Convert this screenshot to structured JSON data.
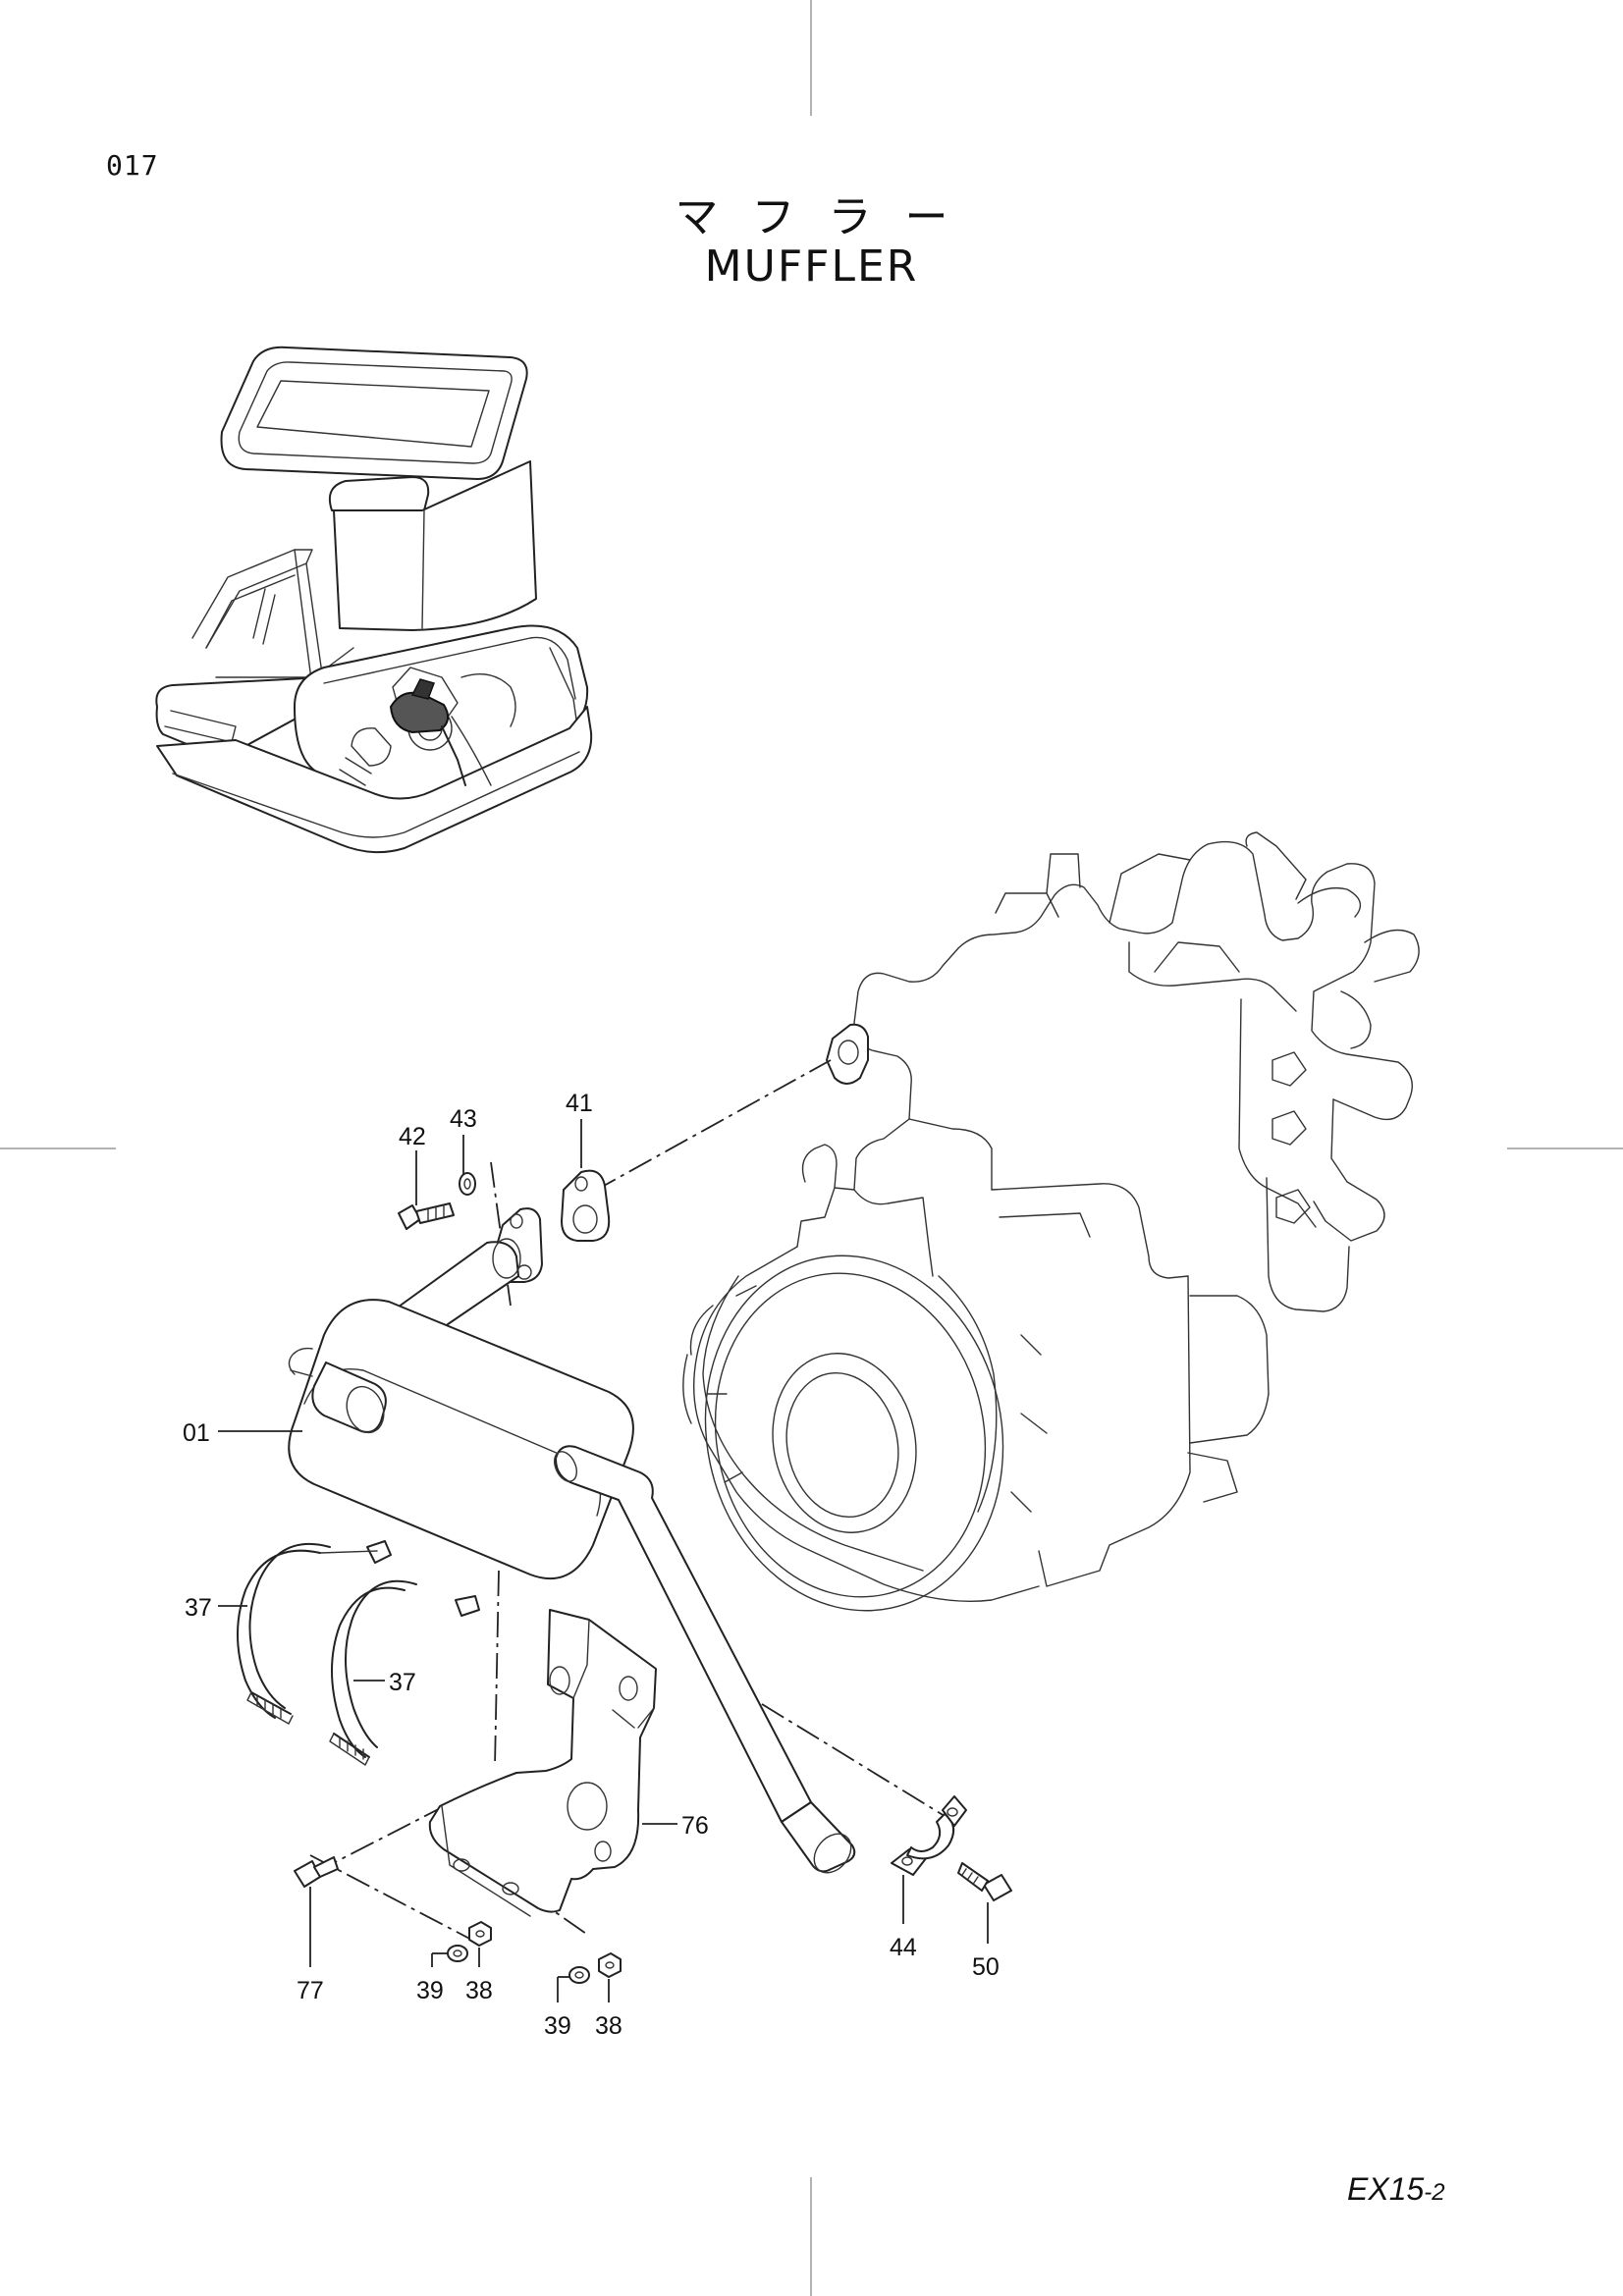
{
  "page": {
    "number": "017",
    "code": "EX15",
    "code_suffix": "-2"
  },
  "title": {
    "japanese": "マフラー",
    "english": "MUFFLER"
  },
  "callouts": [
    {
      "id": "01"
    },
    {
      "id": "37a",
      "label": "37"
    },
    {
      "id": "37b",
      "label": "37"
    },
    {
      "id": "38a",
      "label": "38"
    },
    {
      "id": "38b",
      "label": "38"
    },
    {
      "id": "39a",
      "label": "39"
    },
    {
      "id": "39b",
      "label": "39"
    },
    {
      "id": "41",
      "label": "41"
    },
    {
      "id": "42",
      "label": "42"
    },
    {
      "id": "43",
      "label": "43"
    },
    {
      "id": "44",
      "label": "44"
    },
    {
      "id": "50",
      "label": "50"
    },
    {
      "id": "76",
      "label": "76"
    },
    {
      "id": "77",
      "label": "77"
    }
  ],
  "labels": {
    "c01": "01",
    "c37a": "37",
    "c37b": "37",
    "c38a": "38",
    "c38b": "38",
    "c39a": "39",
    "c39b": "39",
    "c41": "41",
    "c42": "42",
    "c43": "43",
    "c44": "44",
    "c50": "50",
    "c76": "76",
    "c77": "77"
  }
}
